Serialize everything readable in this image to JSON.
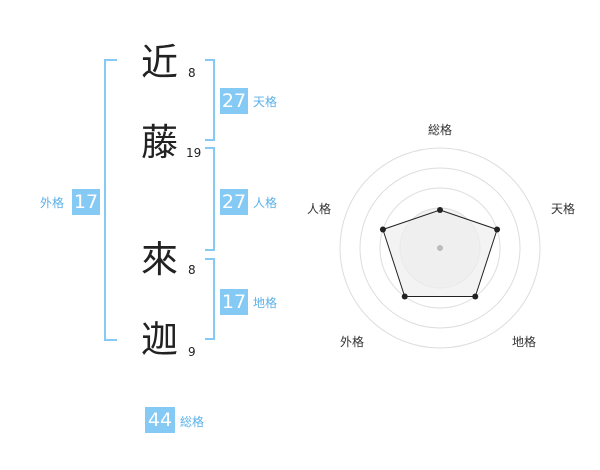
{
  "name": {
    "chars": [
      {
        "char": "近",
        "strokes": "8"
      },
      {
        "char": "藤",
        "strokes": "19"
      },
      {
        "char": "來",
        "strokes": "8"
      },
      {
        "char": "迦",
        "strokes": "9"
      }
    ]
  },
  "kaku": {
    "ten": {
      "label": "天格",
      "value": "27"
    },
    "jin": {
      "label": "人格",
      "value": "27"
    },
    "chi": {
      "label": "地格",
      "value": "17"
    },
    "gai": {
      "label": "外格",
      "value": "17"
    },
    "so": {
      "label": "総格",
      "value": "44"
    }
  },
  "radar": {
    "labels": {
      "so": "総格",
      "ten": "天格",
      "chi": "地格",
      "gai": "外格",
      "jin": "人格"
    },
    "levels": {
      "so": 0.5,
      "ten": 1.0,
      "chi": 1.0,
      "gai": 1.0,
      "jin": 1.0
    }
  },
  "colors": {
    "accent": "#85c9f5",
    "label": "#5ab1ea"
  }
}
